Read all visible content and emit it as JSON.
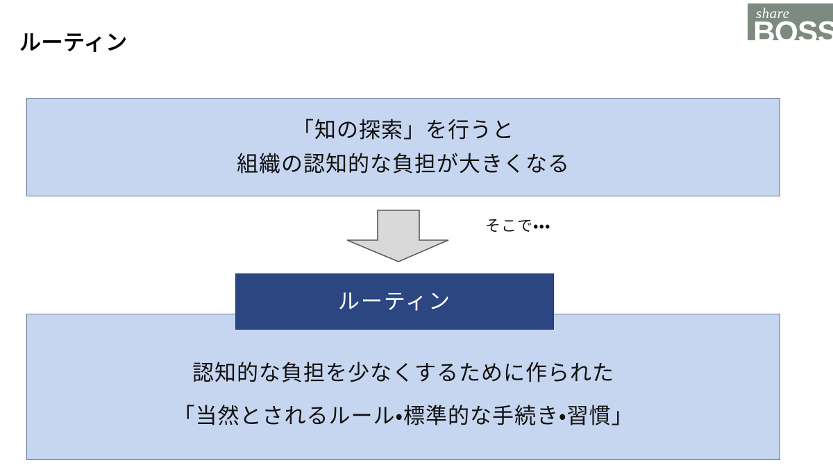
{
  "slide": {
    "title": "ルーティン",
    "background_color": "#ffffff"
  },
  "logo": {
    "top_word": "share",
    "bottom_word": "BOSS",
    "background_color": "#7d8a7f",
    "text_color": "#ffffff"
  },
  "diagram": {
    "premise_box": {
      "text": "「知の探索」を行うと\n組織の認知的な負担が大きくなる",
      "fill_color": "#c7d6f0",
      "border_color": "#64718c",
      "text_color": "#111111"
    },
    "arrow": {
      "icon": "down-arrow-icon",
      "fill_color": "#d9d9d9",
      "border_color": "#585858"
    },
    "transition_label": {
      "text": "そこで・・・",
      "text_color": "#111111"
    },
    "heading_box": {
      "text": "ルーティン",
      "fill_color": "#2b4680",
      "border_color": "#3a3a3a",
      "text_color": "#ffffff"
    },
    "definition_box": {
      "text": "認知的な負担を少なくするために作られた\n「当然とされるルール・標準的な手続き・習慣」",
      "fill_color": "#c7d6f0",
      "border_color": "#64718c",
      "text_color": "#111111"
    }
  }
}
